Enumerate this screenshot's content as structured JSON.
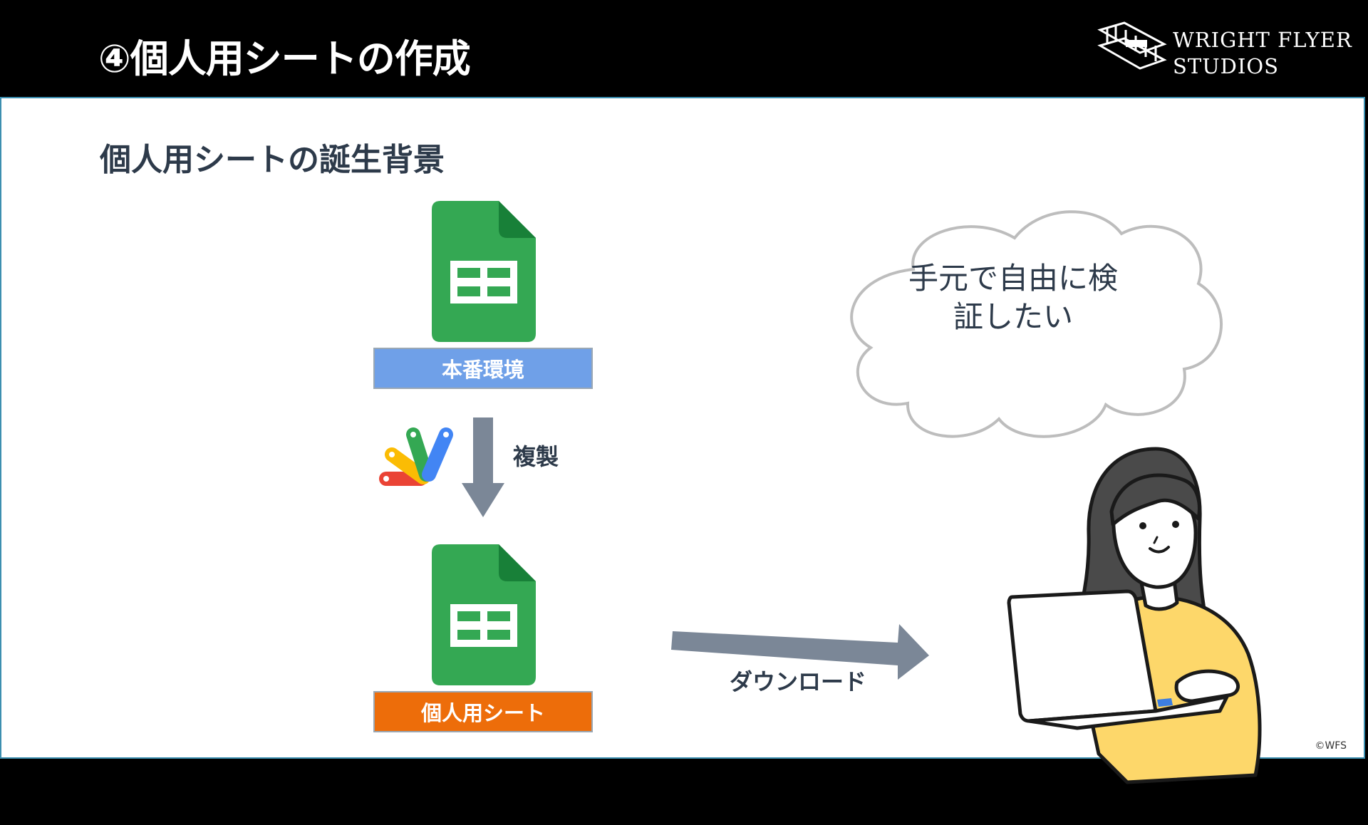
{
  "header": {
    "title": "④個人用シートの作成",
    "logo": {
      "line1": "WRIGHT FLYER",
      "line2": "STUDIOS"
    }
  },
  "content": {
    "subheading": "個人用シートの誕生背景",
    "production_label": "本番環境",
    "copy_label": "複製",
    "personal_label": "個人用シート",
    "download_label": "ダウンロード",
    "thought_line1": "手元で自由に検",
    "thought_line2": "証したい",
    "copyright": "©WFS"
  },
  "icons": {
    "sheets": "google-sheets-icon",
    "apps_script": "google-apps-script-icon",
    "logo": "wright-flyer-plane-icon",
    "person": "woman-with-laptop-illustration"
  },
  "colors": {
    "sheet_green": "#34a853",
    "production_blue": "#6fa0e8",
    "personal_orange": "#ed6d0a",
    "arrow_gray": "#7b8797",
    "heading_navy": "#2d3a4a"
  }
}
